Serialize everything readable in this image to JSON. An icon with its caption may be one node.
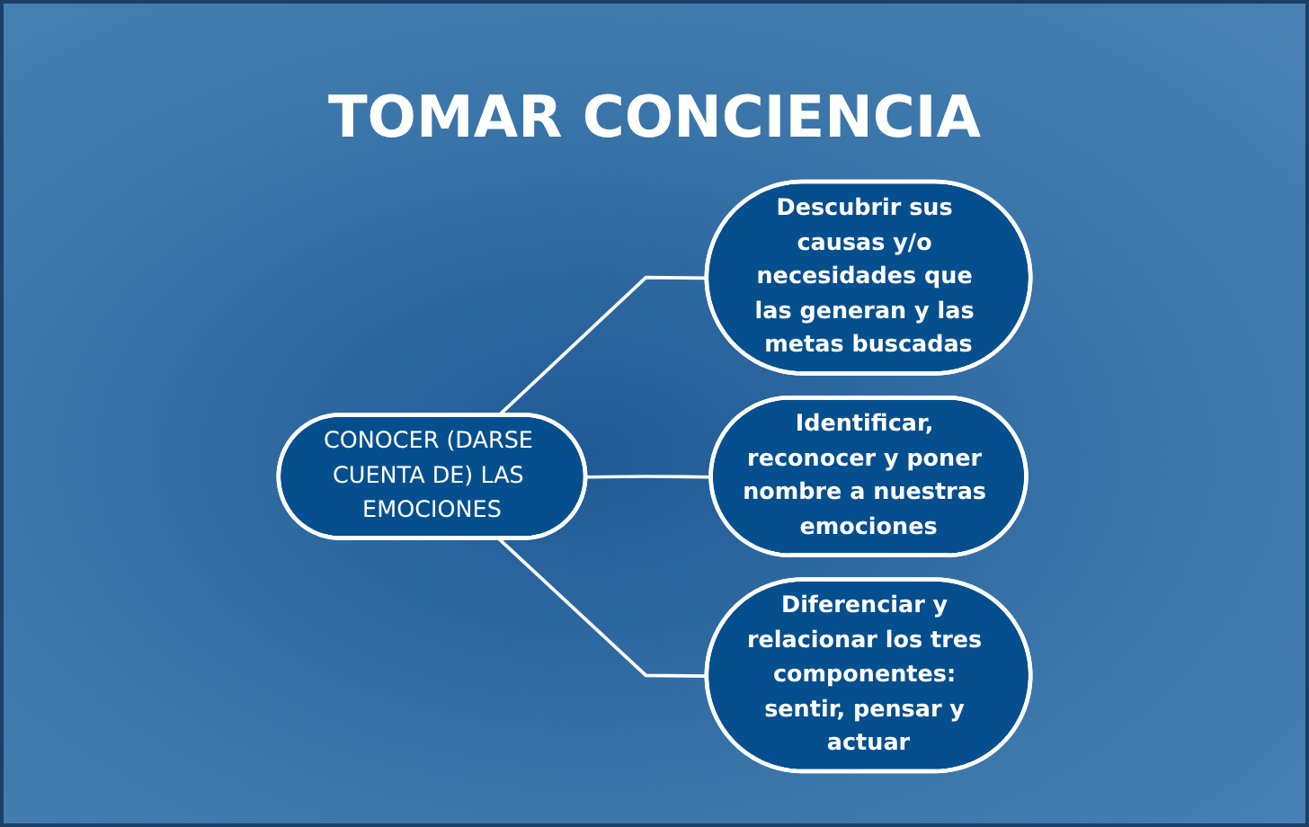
{
  "diagram": {
    "title": "TOMAR CONCIENCIA",
    "nodes": [
      {
        "text": [
          "CONOCER (DARSE CUENTA DE) LAS EMOCIONES"
        ]
      },
      {
        "text": [
          "Descubrir sus causas y/o necesidades que las generan y las metas buscadas"
        ]
      },
      {
        "text": [
          "Identificar, reconocer y poner nombre a nuestras emociones"
        ]
      },
      {
        "text": [
          "Diferenciar y relacionar los tres componentes: sentir, pensar y actuar"
        ]
      }
    ],
    "edges": [
      {
        "from": 0,
        "to": 1,
        "arrow": "none"
      },
      {
        "from": 0,
        "to": 2,
        "arrow": "none"
      },
      {
        "from": 0,
        "to": 3,
        "arrow": "none"
      }
    ]
  }
}
